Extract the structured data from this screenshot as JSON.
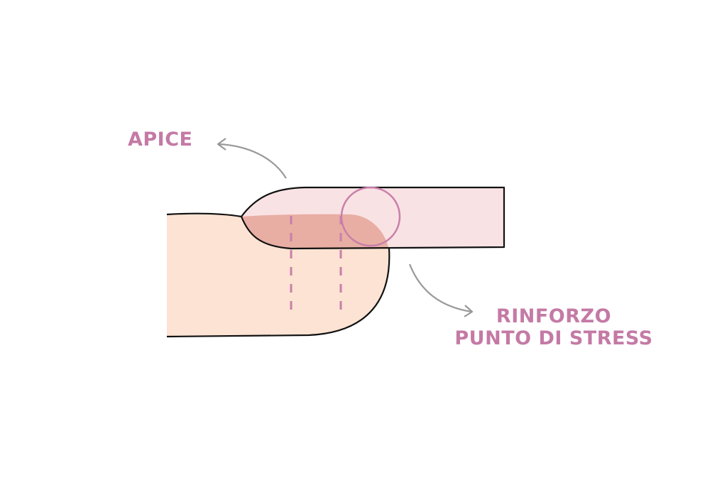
{
  "labels": {
    "apex": "APICE",
    "stress_line1": "RINFORZO",
    "stress_line2": "PUNTO DI STRESS"
  },
  "colors": {
    "label_text": "#c47aa5",
    "finger_skin": "#fde3d3",
    "nail_extension": "#f9e2e4",
    "nail_bed": "#e8aea3",
    "outline": "#111111",
    "dashed_guides": "#c97fa9",
    "stress_circle": "#c97fa9",
    "arrows": "#999999"
  }
}
